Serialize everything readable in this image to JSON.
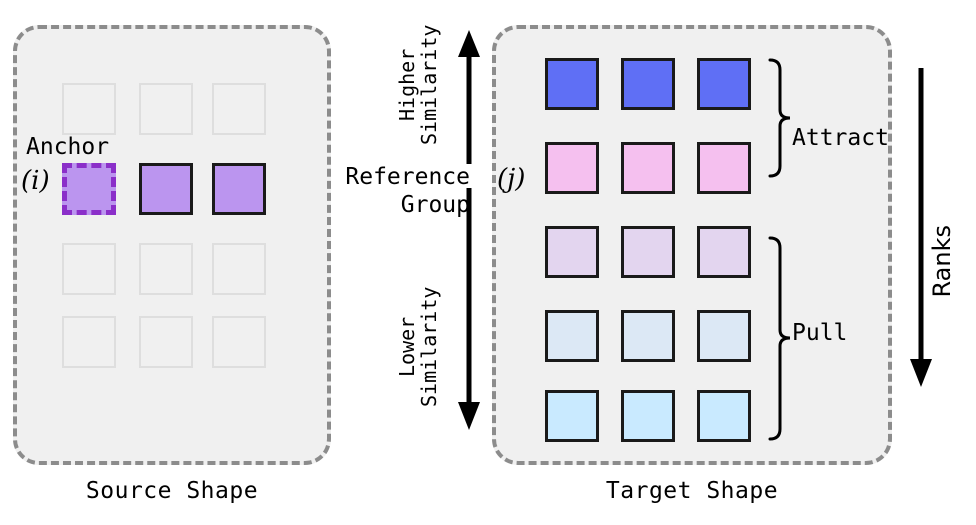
{
  "diagram": {
    "source_panel": {
      "caption": "Source Shape",
      "anchor_label": "Anchor",
      "anchor_index": "(i)",
      "grid": {
        "rows": 4,
        "cols": 3,
        "highlight_row_index": 1,
        "anchor_cell": {
          "row": 1,
          "col": 0
        }
      },
      "colors": {
        "panel_background": "#f0f0f0",
        "panel_border": "#8c8c8c",
        "empty_cell_border": "#dedede",
        "filled_cell": "#bb95ef",
        "filled_cell_border": "#1a1a1a",
        "anchor_dash_border": "#8b2fc9"
      }
    },
    "middle_column": {
      "reference_group_label": "Reference\nGroup",
      "reference_group_line1": "Reference",
      "reference_group_line2": "Group",
      "higher_similarity_line1": "Higher",
      "higher_similarity_line2": "Similarity",
      "lower_similarity_line1": "Lower",
      "lower_similarity_line2": "Similarity",
      "arrow_up_name": "arrow-up-icon",
      "arrow_down_name": "arrow-down-icon"
    },
    "target_panel": {
      "caption": "Target Shape",
      "index_label": "(j)",
      "grid": {
        "rows": 5,
        "cols": 3,
        "row_colors": [
          "#5f6ff5",
          "#f5c0ef",
          "#e3d5ef",
          "#dce8f5",
          "#c9eaff"
        ],
        "cell_border": "#1a1a1a"
      },
      "brackets": [
        {
          "label": "Attract",
          "rows": [
            0,
            1
          ]
        },
        {
          "label": "Pull",
          "rows": [
            2,
            3,
            4
          ]
        }
      ],
      "ranks_label": "Ranks",
      "ranks_arrow_name": "arrow-down-icon"
    },
    "colors": {
      "accent_blue": "#5f6ff5",
      "accent_pink": "#f5c0ef",
      "accent_lavender": "#e3d5ef",
      "accent_lightblue": "#dce8f5",
      "accent_cyan": "#c9eaff",
      "accent_purple": "#bb95ef",
      "anchor_purple": "#8b2fc9",
      "panel_bg": "#f0f0f0",
      "panel_border": "#8c8c8c",
      "stroke": "#1a1a1a"
    }
  }
}
